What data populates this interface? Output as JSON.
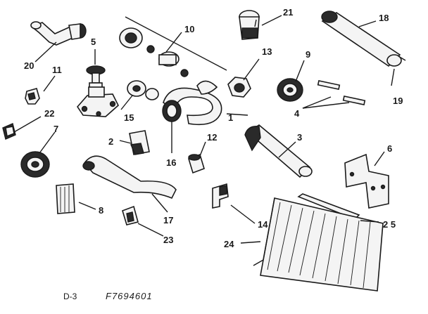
{
  "diagram": {
    "callouts": {
      "n1": "1",
      "n2": "2",
      "n3": "3",
      "n4": "4",
      "n5": "5",
      "n6": "6",
      "n7": "7",
      "n8": "8",
      "n9": "9",
      "n10": "10",
      "n11": "11",
      "n12": "12",
      "n13": "13",
      "n14": "14",
      "n15": "15",
      "n16": "16",
      "n17": "17",
      "n18": "18",
      "n19": "19",
      "n20": "20",
      "n21": "21",
      "n22": "22",
      "n23": "23",
      "n24": "24",
      "n25": "2 5"
    },
    "footer": {
      "page_code": "D-3",
      "figure_code": "F7694601"
    }
  }
}
